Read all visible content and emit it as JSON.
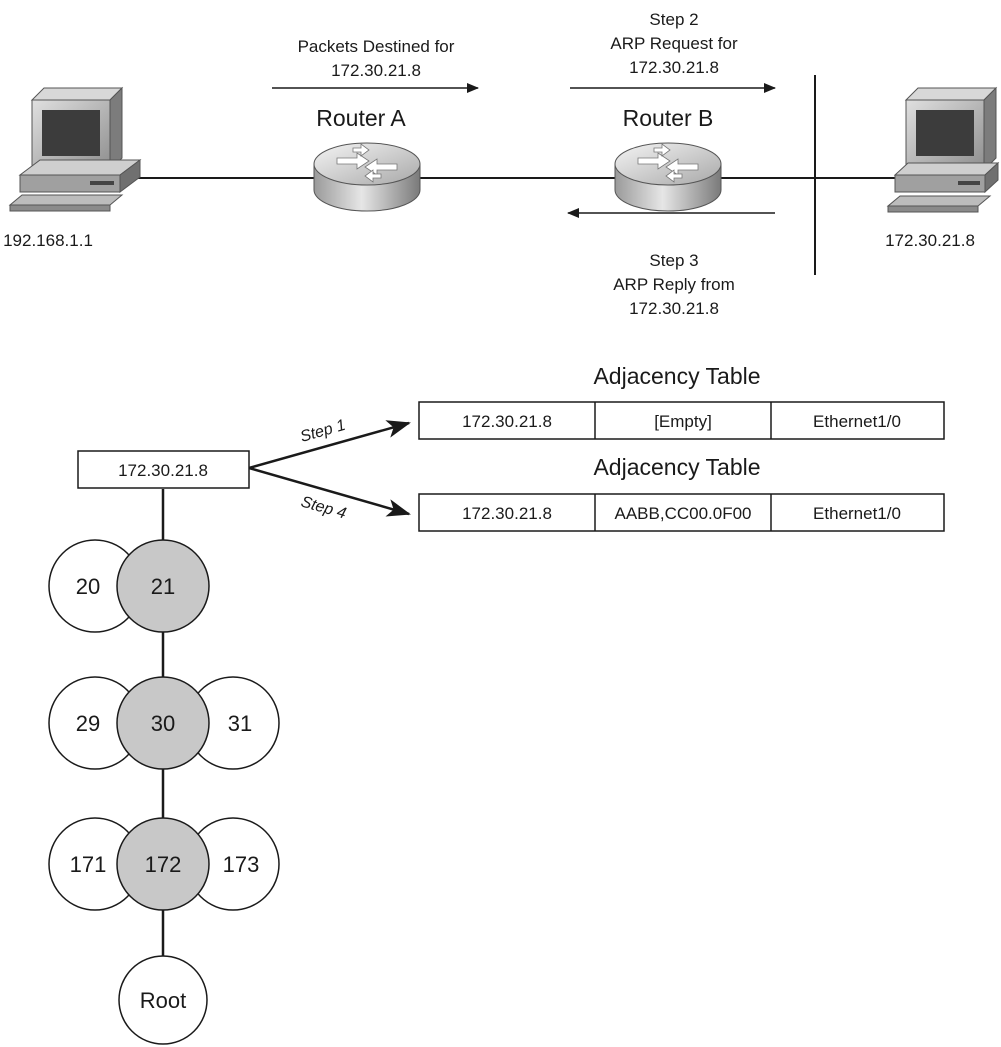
{
  "network": {
    "left_host_ip": "192.168.1.1",
    "right_host_ip": "172.30.21.8",
    "router_a": "Router A",
    "router_b": "Router B",
    "packets_label_line1": "Packets Destined for",
    "packets_label_line2": "172.30.21.8",
    "step2_line1": "Step 2",
    "step2_line2": "ARP Request for",
    "step2_line3": "172.30.21.8",
    "step3_line1": "Step 3",
    "step3_line2": "ARP Reply from",
    "step3_line3": "172.30.21.8"
  },
  "tree": {
    "leaf_label": "172.30.21.8",
    "step1": "Step 1",
    "step4": "Step 4",
    "level1": {
      "left": "20",
      "center": "21"
    },
    "level2": {
      "left": "29",
      "center": "30",
      "right": "31"
    },
    "level3": {
      "left": "171",
      "center": "172",
      "right": "173"
    },
    "root": "Root"
  },
  "adjacency_tables": [
    {
      "title": "Adjacency Table",
      "cells": [
        "172.30.21.8",
        "[Empty]",
        "Ethernet1/0"
      ]
    },
    {
      "title": "Adjacency Table",
      "cells": [
        "172.30.21.8",
        "AABB,CC00.0F00",
        "Ethernet1/0"
      ]
    }
  ],
  "colors": {
    "line": "#1a1a1a",
    "node_fill": "#ffffff",
    "highlight_node_fill": "#c8c8c8"
  }
}
